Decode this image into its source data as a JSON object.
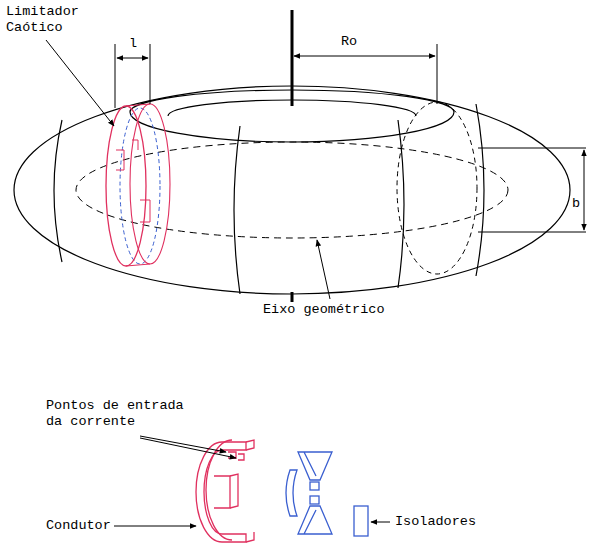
{
  "diagram": {
    "labels": [
      "Limitador Caótico",
      "l",
      "Ro",
      "b",
      "Eixo geométrico",
      "Pontos de entrada da corrente",
      "Condutor",
      "Isoladores"
    ]
  }
}
